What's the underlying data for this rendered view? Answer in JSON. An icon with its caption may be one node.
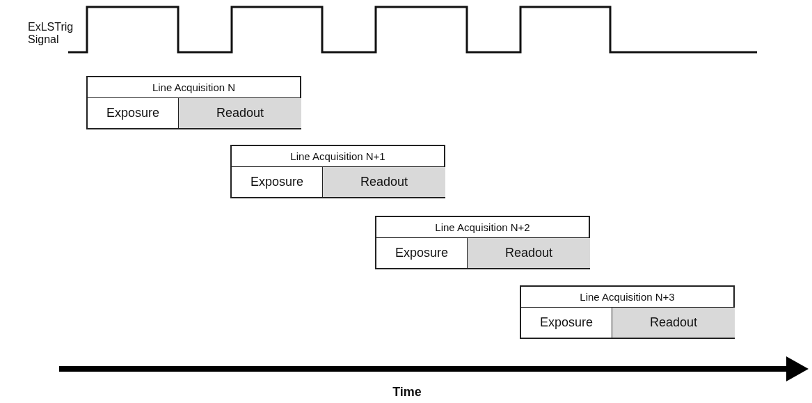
{
  "diagram": {
    "nodes": [
      {
        "text": [
          "Line Acquisition N"
        ]
      },
      {
        "text": [
          "Exposure"
        ],
        "in": 0
      },
      {
        "text": [
          "Readout"
        ],
        "in": 0
      },
      {
        "text": [
          "Line Acquisition N+1"
        ]
      },
      {
        "text": [
          "Exposure"
        ],
        "in": 3
      },
      {
        "text": [
          "Readout"
        ],
        "in": 3
      },
      {
        "text": [
          "Line Acquisition N+2"
        ]
      },
      {
        "text": [
          "Exposure"
        ],
        "in": 6
      },
      {
        "text": [
          "Readout"
        ],
        "in": 6
      },
      {
        "text": [
          "Line Acquisition N+3"
        ]
      },
      {
        "text": [
          "Exposure"
        ],
        "in": 9
      },
      {
        "text": [
          "Readout"
        ],
        "in": 9
      }
    ],
    "labels": [
      "ExLSTrig Signal",
      "Time"
    ]
  }
}
